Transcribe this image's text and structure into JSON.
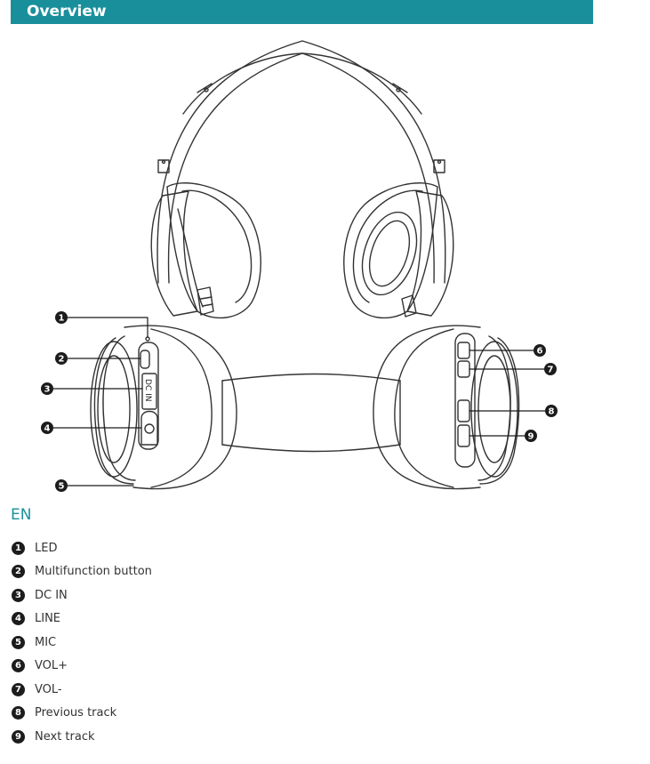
{
  "header": {
    "title": "Overview",
    "color": "#1a8f9c"
  },
  "diagram": {
    "port_label": "DC IN",
    "callouts": [
      "1",
      "2",
      "3",
      "4",
      "5",
      "6",
      "7",
      "8",
      "9"
    ]
  },
  "legend": {
    "language": "EN",
    "items": [
      {
        "num": "1",
        "label": "LED"
      },
      {
        "num": "2",
        "label": "Multifunction button"
      },
      {
        "num": "3",
        "label": "DC IN"
      },
      {
        "num": "4",
        "label": "LINE"
      },
      {
        "num": "5",
        "label": "MIC"
      },
      {
        "num": "6",
        "label": "VOL+"
      },
      {
        "num": "7",
        "label": "VOL-"
      },
      {
        "num": "8",
        "label": "Previous track"
      },
      {
        "num": "9",
        "label": "Next track"
      }
    ]
  }
}
